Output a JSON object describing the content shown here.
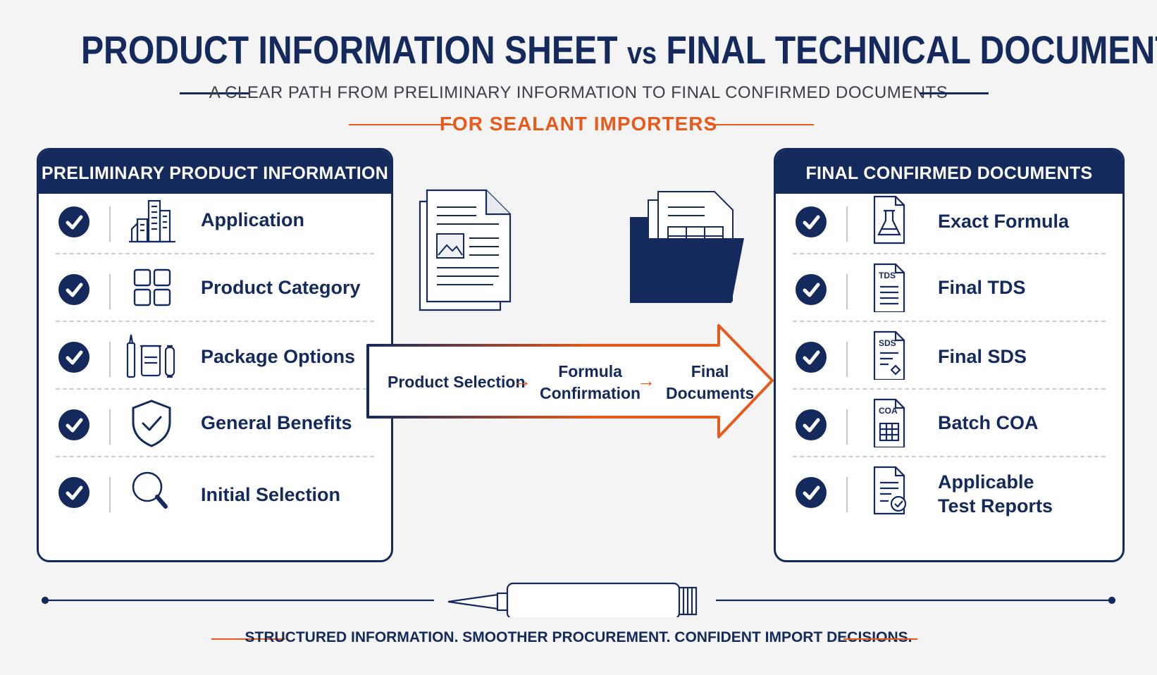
{
  "header": {
    "title_left": "PRODUCT INFORMATION SHEET",
    "title_vs": "vs",
    "title_right": "FINAL TECHNICAL DOCUMENTS",
    "subtitle": "A CLEAR PATH FROM PRELIMINARY INFORMATION TO FINAL CONFIRMED DOCUMENTS",
    "tagline": "FOR SEALANT IMPORTERS"
  },
  "left_panel": {
    "title": "PRELIMINARY PRODUCT INFORMATION",
    "items": [
      {
        "label": "Application",
        "icon": "buildings-icon"
      },
      {
        "label": "Product Category",
        "icon": "grid-icon"
      },
      {
        "label": "Package Options",
        "icon": "packages-icon"
      },
      {
        "label": "General Benefits",
        "icon": "shield-check-icon"
      },
      {
        "label": "Initial Selection",
        "icon": "magnifier-icon"
      }
    ]
  },
  "right_panel": {
    "title": "FINAL CONFIRMED DOCUMENTS",
    "items": [
      {
        "label": "Exact Formula",
        "icon": "flask-document-icon"
      },
      {
        "label": "Final TDS",
        "icon": "tds-document-icon",
        "badge": "TDS"
      },
      {
        "label": "Final SDS",
        "icon": "sds-document-icon",
        "badge": "SDS"
      },
      {
        "label": "Batch COA",
        "icon": "coa-document-icon",
        "badge": "COA"
      },
      {
        "label_line1": "Applicable",
        "label_line2": "Test Reports",
        "icon": "report-check-icon"
      }
    ]
  },
  "flow": {
    "step1": "Product Selection",
    "step2_line1": "Formula",
    "step2_line2": "Confirmation",
    "step3_line1": "Final",
    "step3_line2": "Documents",
    "arrow_glyph": "→"
  },
  "footer": {
    "text": "STRUCTURED INFORMATION. SMOOTHER PROCUREMENT. CONFIDENT IMPORT DECISIONS."
  },
  "colors": {
    "navy": "#142a5c",
    "orange": "#e8591c",
    "background": "#f4f4f4"
  }
}
